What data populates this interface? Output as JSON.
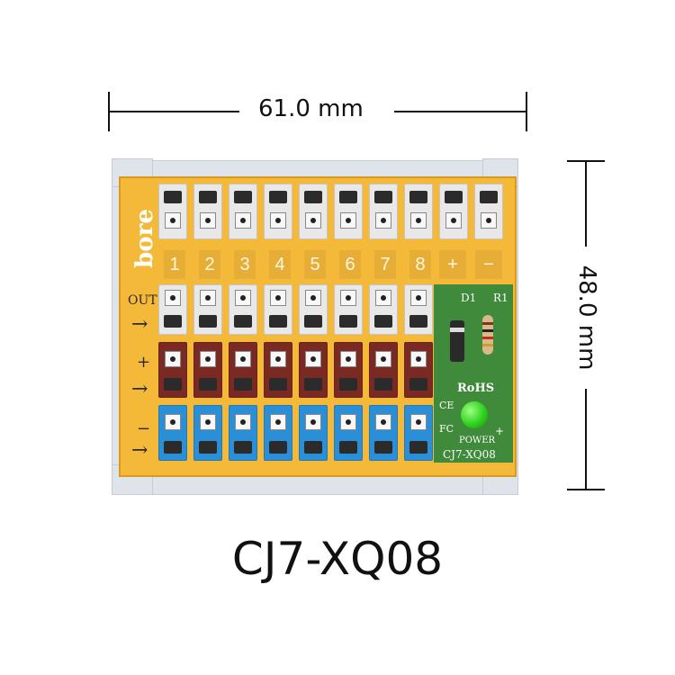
{
  "dimensions": {
    "width_label": "61.0 mm",
    "height_label": "48.0 mm"
  },
  "product_name": "CJ7-XQ08",
  "board": {
    "brand": "bore",
    "channel_numbers": [
      "1",
      "2",
      "3",
      "4",
      "5",
      "6",
      "7",
      "8"
    ],
    "plus_symbol": "+",
    "minus_symbol": "−",
    "out_label": "OUT",
    "row_plus_label": "+",
    "row_minus_label": "−",
    "d1_label": "D1",
    "r1_label": "R1",
    "rohs_label": "RoHS",
    "ce_label": "CE",
    "fc_label": "FC",
    "power_label": "POWER",
    "model_label": "CJ7-XQ08",
    "led_plus": "+"
  },
  "colors": {
    "pcb": "#f5b93a",
    "terminal_grey": "#e8e8e8",
    "terminal_brown": "#7a2a22",
    "terminal_blue": "#2a8fd6",
    "led_green": "#2fd21d"
  }
}
